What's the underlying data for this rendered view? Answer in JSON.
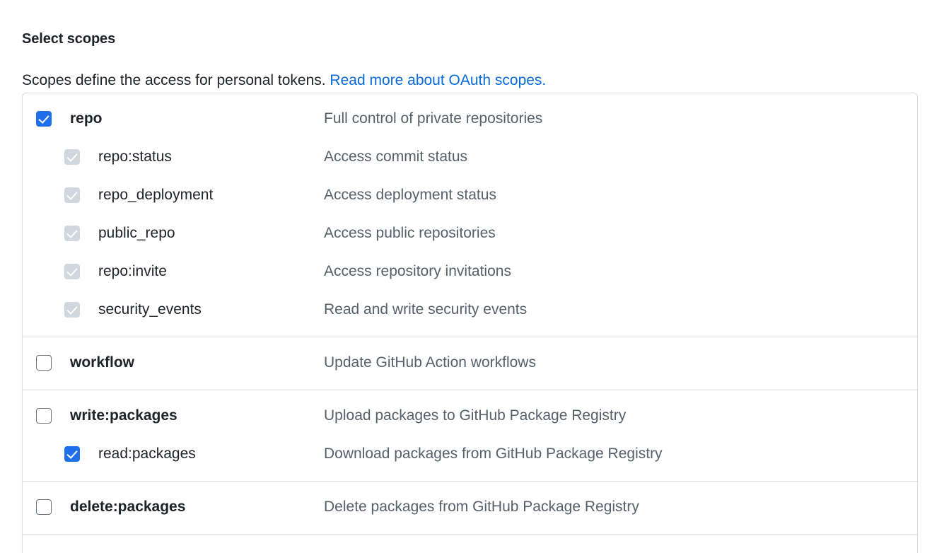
{
  "header": {
    "title": "Select scopes",
    "description_prefix": "Scopes define the access for personal tokens. ",
    "link_label": "Read more about OAuth scopes."
  },
  "colors": {
    "accent_blue": "#1f6feb",
    "link_blue": "#0969da",
    "text_primary": "#1f2328",
    "text_muted": "#57606a",
    "border": "#d8dee4",
    "checkbox_disabled": "#d0d7de",
    "checkbox_unchecked_border": "#6a737d"
  },
  "scope_groups": [
    {
      "rows": [
        {
          "name": "repo",
          "description": "Full control of private repositories",
          "level": "parent",
          "state": "checked"
        },
        {
          "name": "repo:status",
          "description": "Access commit status",
          "level": "child",
          "state": "disabled"
        },
        {
          "name": "repo_deployment",
          "description": "Access deployment status",
          "level": "child",
          "state": "disabled"
        },
        {
          "name": "public_repo",
          "description": "Access public repositories",
          "level": "child",
          "state": "disabled"
        },
        {
          "name": "repo:invite",
          "description": "Access repository invitations",
          "level": "child",
          "state": "disabled"
        },
        {
          "name": "security_events",
          "description": "Read and write security events",
          "level": "child",
          "state": "disabled"
        }
      ]
    },
    {
      "rows": [
        {
          "name": "workflow",
          "description": "Update GitHub Action workflows",
          "level": "parent",
          "state": "unchecked"
        }
      ]
    },
    {
      "rows": [
        {
          "name": "write:packages",
          "description": "Upload packages to GitHub Package Registry",
          "level": "parent",
          "state": "unchecked"
        },
        {
          "name": "read:packages",
          "description": "Download packages from GitHub Package Registry",
          "level": "child",
          "state": "checked"
        }
      ]
    },
    {
      "rows": [
        {
          "name": "delete:packages",
          "description": "Delete packages from GitHub Package Registry",
          "level": "parent",
          "state": "unchecked"
        }
      ]
    }
  ]
}
